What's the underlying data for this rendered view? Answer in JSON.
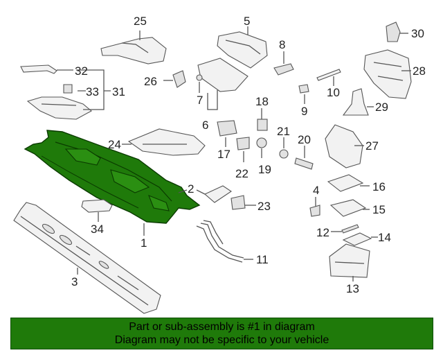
{
  "diagram": {
    "highlight_color": "#1f7a0a",
    "callouts": [
      {
        "id": "1",
        "label": "1"
      },
      {
        "id": "2",
        "label": "2"
      },
      {
        "id": "3",
        "label": "3"
      },
      {
        "id": "4",
        "label": "4"
      },
      {
        "id": "5",
        "label": "5"
      },
      {
        "id": "6",
        "label": "6"
      },
      {
        "id": "7",
        "label": "7"
      },
      {
        "id": "8",
        "label": "8"
      },
      {
        "id": "9",
        "label": "9"
      },
      {
        "id": "10",
        "label": "10"
      },
      {
        "id": "11",
        "label": "11"
      },
      {
        "id": "12",
        "label": "12"
      },
      {
        "id": "13",
        "label": "13"
      },
      {
        "id": "14",
        "label": "14"
      },
      {
        "id": "15",
        "label": "15"
      },
      {
        "id": "16",
        "label": "16"
      },
      {
        "id": "17",
        "label": "17"
      },
      {
        "id": "18",
        "label": "18"
      },
      {
        "id": "19",
        "label": "19"
      },
      {
        "id": "20",
        "label": "20"
      },
      {
        "id": "21",
        "label": "21"
      },
      {
        "id": "22",
        "label": "22"
      },
      {
        "id": "23",
        "label": "23"
      },
      {
        "id": "24",
        "label": "24"
      },
      {
        "id": "25",
        "label": "25"
      },
      {
        "id": "26",
        "label": "26"
      },
      {
        "id": "27",
        "label": "27"
      },
      {
        "id": "28",
        "label": "28"
      },
      {
        "id": "29",
        "label": "29"
      },
      {
        "id": "30",
        "label": "30"
      },
      {
        "id": "31",
        "label": "31"
      },
      {
        "id": "32",
        "label": "32"
      },
      {
        "id": "33",
        "label": "33"
      },
      {
        "id": "34",
        "label": "34"
      }
    ]
  },
  "banner": {
    "line1": "Part or sub-assembly is #1 in diagram",
    "line2": "Diagram may not be specific to your vehicle",
    "background": "#1f7a0a"
  }
}
